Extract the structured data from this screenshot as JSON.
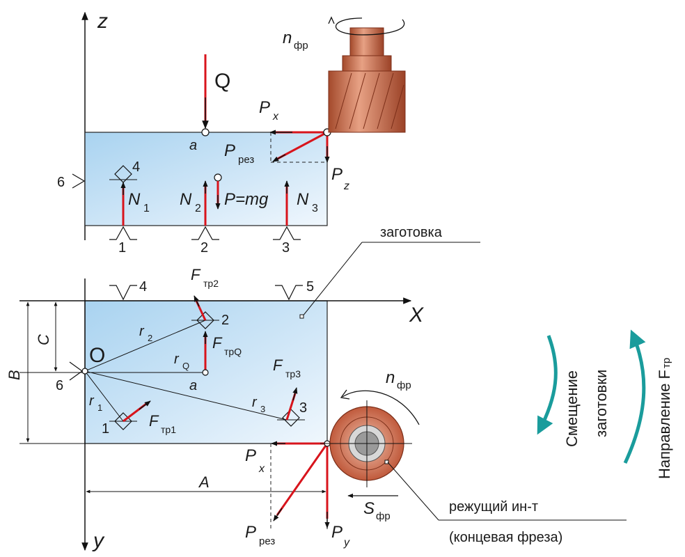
{
  "axes": {
    "z": "z",
    "y": "y",
    "x": "X"
  },
  "top_view": {
    "force_Q": "Q",
    "point_a": "a",
    "Px": "P",
    "Px_sub": "x",
    "Prez": "P",
    "Prez_sub": "рез",
    "Pz": "P",
    "Pz_sub": "z",
    "n_fr": "n",
    "n_fr_sub": "фр",
    "N1": "N",
    "N1_sub": "1",
    "N2": "N",
    "N2_sub": "2",
    "N3": "N",
    "N3_sub": "3",
    "gravity": "P=mg",
    "support_4": "4",
    "support_6": "6",
    "support_1": "1",
    "support_2": "2",
    "support_3": "3"
  },
  "plan_view": {
    "origin": "O",
    "point_a": "a",
    "support_4": "4",
    "support_5": "5",
    "support_6": "6",
    "support_1": "1",
    "support_2": "2",
    "support_3": "3",
    "dim_B": "B",
    "dim_C": "C",
    "dim_A": "A",
    "r1": "r",
    "r1_sub": "1",
    "r2": "r",
    "r2_sub": "2",
    "r3": "r",
    "r3_sub": "3",
    "rQ": "r",
    "rQ_sub": "Q",
    "Ftr1": "F",
    "Ftr1_sub": "тр1",
    "Ftr2": "F",
    "Ftr2_sub": "тр2",
    "Ftr3": "F",
    "Ftr3_sub": "тр3",
    "FtrQ": "F",
    "FtrQ_sub": "трQ",
    "n_fr": "n",
    "n_fr_sub": "фр",
    "Px": "P",
    "Px_sub": "x",
    "Prez": "P",
    "Prez_sub": "рез",
    "Py": "P",
    "Py_sub": "y",
    "S_fr": "S",
    "S_fr_sub": "фр"
  },
  "callouts": {
    "workpiece": "заготовка",
    "tool": "режущий ин-т",
    "tool_type": "(концевая фреза)"
  },
  "legend": {
    "shift_1": "Смещение",
    "shift_2": "заготовки",
    "direction": "Направление F",
    "direction_sub": "тр"
  },
  "colors": {
    "workpiece_fill": "#b9dcf3",
    "force_arrow": "#d8141c",
    "cutter": "#c8694a",
    "legend_arrow": "#1a9c9c"
  }
}
